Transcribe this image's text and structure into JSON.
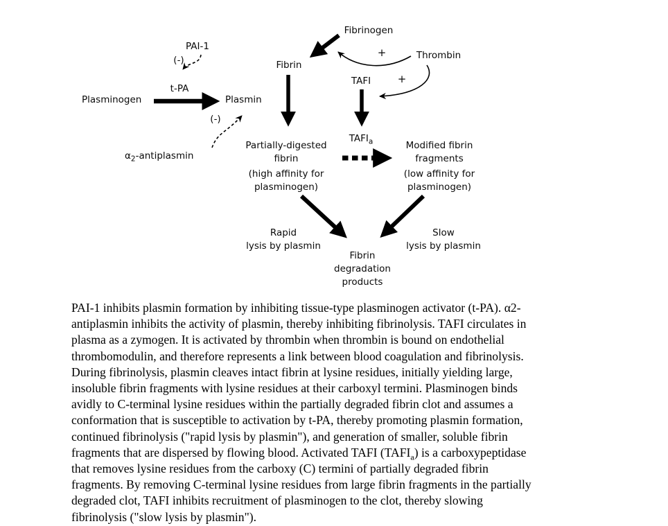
{
  "diagram": {
    "colors": {
      "ink": "#000000",
      "background": "#ffffff"
    },
    "labels": {
      "plasminogen": "Plasminogen",
      "pai1": "PAI-1",
      "inhibit_sign_pai1": "(-)",
      "tpa": "t-PA",
      "plasmin": "Plasmin",
      "inhibit_sign_antiplasmin": "(-)",
      "antiplasmin": {
        "base": "α",
        "sub": "2",
        "rest": "-antiplasmin"
      },
      "fibrinogen": "Fibrinogen",
      "thrombin": "Thrombin",
      "plus_sign_fibrin": "+",
      "plus_sign_tafi": "+",
      "fibrin": "Fibrin",
      "tafi": "TAFI",
      "tafia": {
        "base": "TAFI",
        "sub": "a"
      },
      "partially_digested": {
        "line1": "Partially-digested",
        "line2": "fibrin"
      },
      "high_affinity": {
        "line1": "(high affinity for",
        "line2": "plasminogen)"
      },
      "modified_fragments": {
        "line1": "Modified fibrin",
        "line2": "fragments"
      },
      "low_affinity": {
        "line1": "(low affinity for",
        "line2": "plasminogen)"
      },
      "rapid_lysis": {
        "line1": "Rapid",
        "line2": "lysis by plasmin"
      },
      "slow_lysis": {
        "line1": "Slow",
        "line2": "lysis by plasmin"
      },
      "fdp": {
        "line1": "Fibrin",
        "line2": "degradation",
        "line3": "products"
      }
    }
  },
  "paragraph": {
    "lines": [
      "PAI-1 inhibits plasmin formation by inhibiting tissue-type plasminogen activator (t-PA). α2-",
      "antiplasmin inhibits the activity of plasmin, thereby inhibiting fibrinolysis. TAFI circulates in",
      "plasma as a zymogen. It is activated by thrombin when thrombin is bound on endothelial",
      "thrombomodulin, and therefore represents a link between blood coagulation and fibrinolysis.",
      "During fibrinolysis, plasmin cleaves intact fibrin at lysine residues, initially yielding large,",
      "insoluble fibrin fragments with lysine residues at their carboxyl termini. Plasminogen binds",
      "avidly to C-terminal lysine residues within the partially degraded fibrin clot and assumes a",
      "conformation that is susceptible to activation by t-PA, thereby promoting plasmin formation,",
      "continued fibrinolysis (\"rapid lysis by plasmin\"), and generation of smaller, soluble fibrin",
      {
        "before": "fragments that are dispersed by flowing blood. Activated TAFI (TAFI",
        "sub": "a",
        "after": ") is a carboxypeptidase"
      },
      "that removes lysine residues from the carboxy (C) termini of partially degraded fibrin",
      "fragments. By removing C-terminal lysine residues from large fibrin fragments in the partially",
      "degraded clot, TAFI inhibits recruitment of plasminogen to the clot, thereby slowing",
      "fibrinolysis (\"slow lysis by plasmin\")."
    ]
  }
}
